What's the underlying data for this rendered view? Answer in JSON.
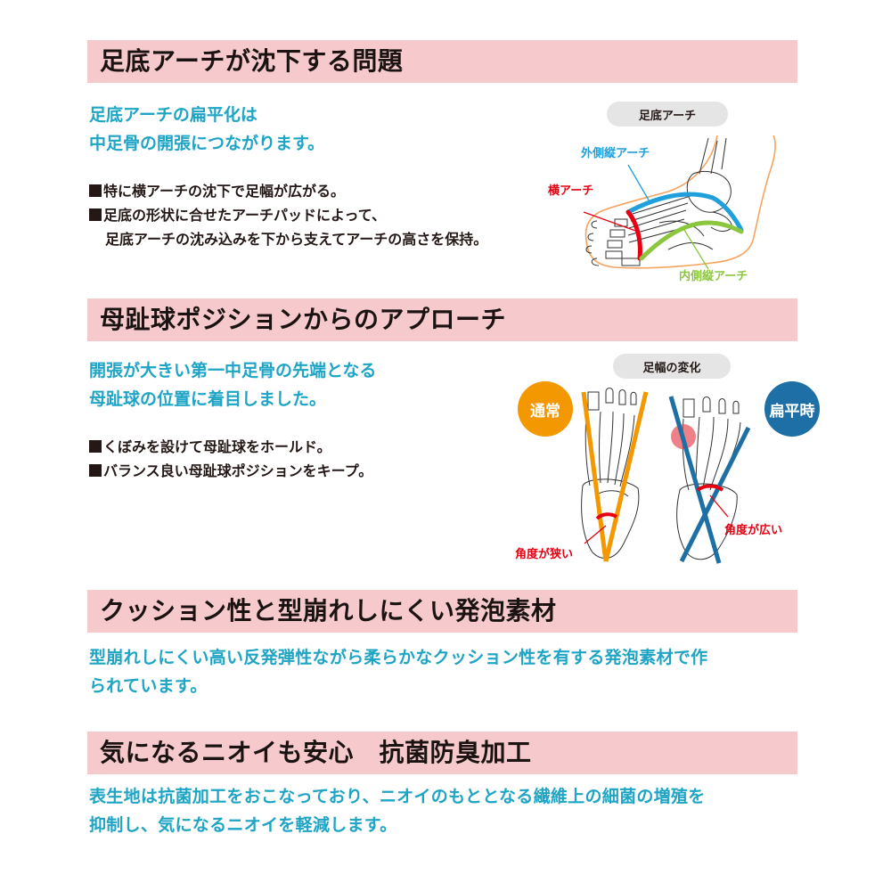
{
  "colors": {
    "header_bar": "#f6cacc",
    "lead_text": "#1ea4c4",
    "body_text": "#231815",
    "outer_arch": "#1fa0dc",
    "transverse_arch": "#e60012",
    "inner_arch": "#8cc63f",
    "foot_outline": "#f4a460",
    "normal": "#f39800",
    "flat": "#1d6fa5",
    "highlight": "#e8555f"
  },
  "sections": [
    {
      "title": "足底アーチが沈下する問題",
      "lead": [
        "足底アーチの扁平化は",
        "中足骨の開張につながります。"
      ],
      "bullets": [
        "特に横アーチの沈下で足幅が広がる。",
        "足底の形状に合せたアーチパッドによって、",
        "足底アーチの沈み込みを下から支えてアーチの高さを保持。"
      ],
      "figure": {
        "pill_label": "足底アーチ",
        "labels": {
          "outer": "外側縦アーチ",
          "transverse": "横アーチ",
          "inner": "内側縦アーチ"
        }
      }
    },
    {
      "title": "母趾球ポジションからのアプローチ",
      "lead": [
        "開張が大きい第一中足骨の先端となる",
        "母趾球の位置に着目しました。"
      ],
      "bullets": [
        "くぼみを設けて母趾球をホールド。",
        "バランス良い母趾球ポジションをキープ。"
      ],
      "figure": {
        "pill_label": "足幅の変化",
        "normal_badge": "通常",
        "flat_badge": "扁平時",
        "narrow_label": "角度が狭い",
        "wide_label": "角度が広い"
      }
    },
    {
      "title": "クッション性と型崩れしにくい発泡素材",
      "lead": [
        "型崩れしにくい高い反発弾性ながら柔らかなクッション性を有する発泡素材で作",
        "られています。"
      ]
    },
    {
      "title": "気になるニオイも安心　抗菌防臭加工",
      "lead": [
        "表生地は抗菌加工をおこなっており、ニオイのもととなる繊維上の細菌の増殖を",
        "抑制し、気になるニオイを軽減します。"
      ]
    }
  ]
}
